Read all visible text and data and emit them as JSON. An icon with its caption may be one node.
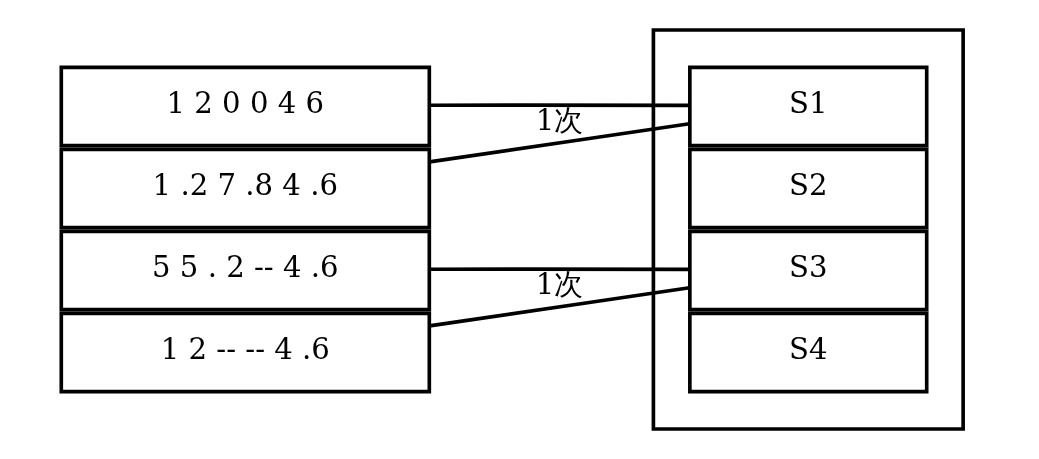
{
  "diagram": {
    "nodes": [
      {
        "text": [
          "1 2 0 0 4 6"
        ]
      },
      {
        "text": [
          "1 .2 7 .8 4 .6"
        ]
      },
      {
        "text": [
          "5 5 . 2 -- 4 .6"
        ]
      },
      {
        "text": [
          "1 2 -- -- 4 .6"
        ]
      },
      {
        "text": [],
        "shape": "box"
      },
      {
        "text": [
          "S1"
        ],
        "in": 4
      },
      {
        "text": [
          "S2"
        ],
        "in": 4
      },
      {
        "text": [
          "S3"
        ],
        "in": 4
      },
      {
        "text": [
          "S4"
        ],
        "in": 4
      }
    ],
    "edges": [
      {
        "from": 0,
        "to": 5,
        "arrow": "none"
      },
      {
        "from": 1,
        "to": 5,
        "arrow": "none",
        "label": "1次"
      },
      {
        "from": 2,
        "to": 7,
        "arrow": "none"
      },
      {
        "from": 3,
        "to": 7,
        "arrow": "none",
        "label": "1次"
      }
    ]
  }
}
